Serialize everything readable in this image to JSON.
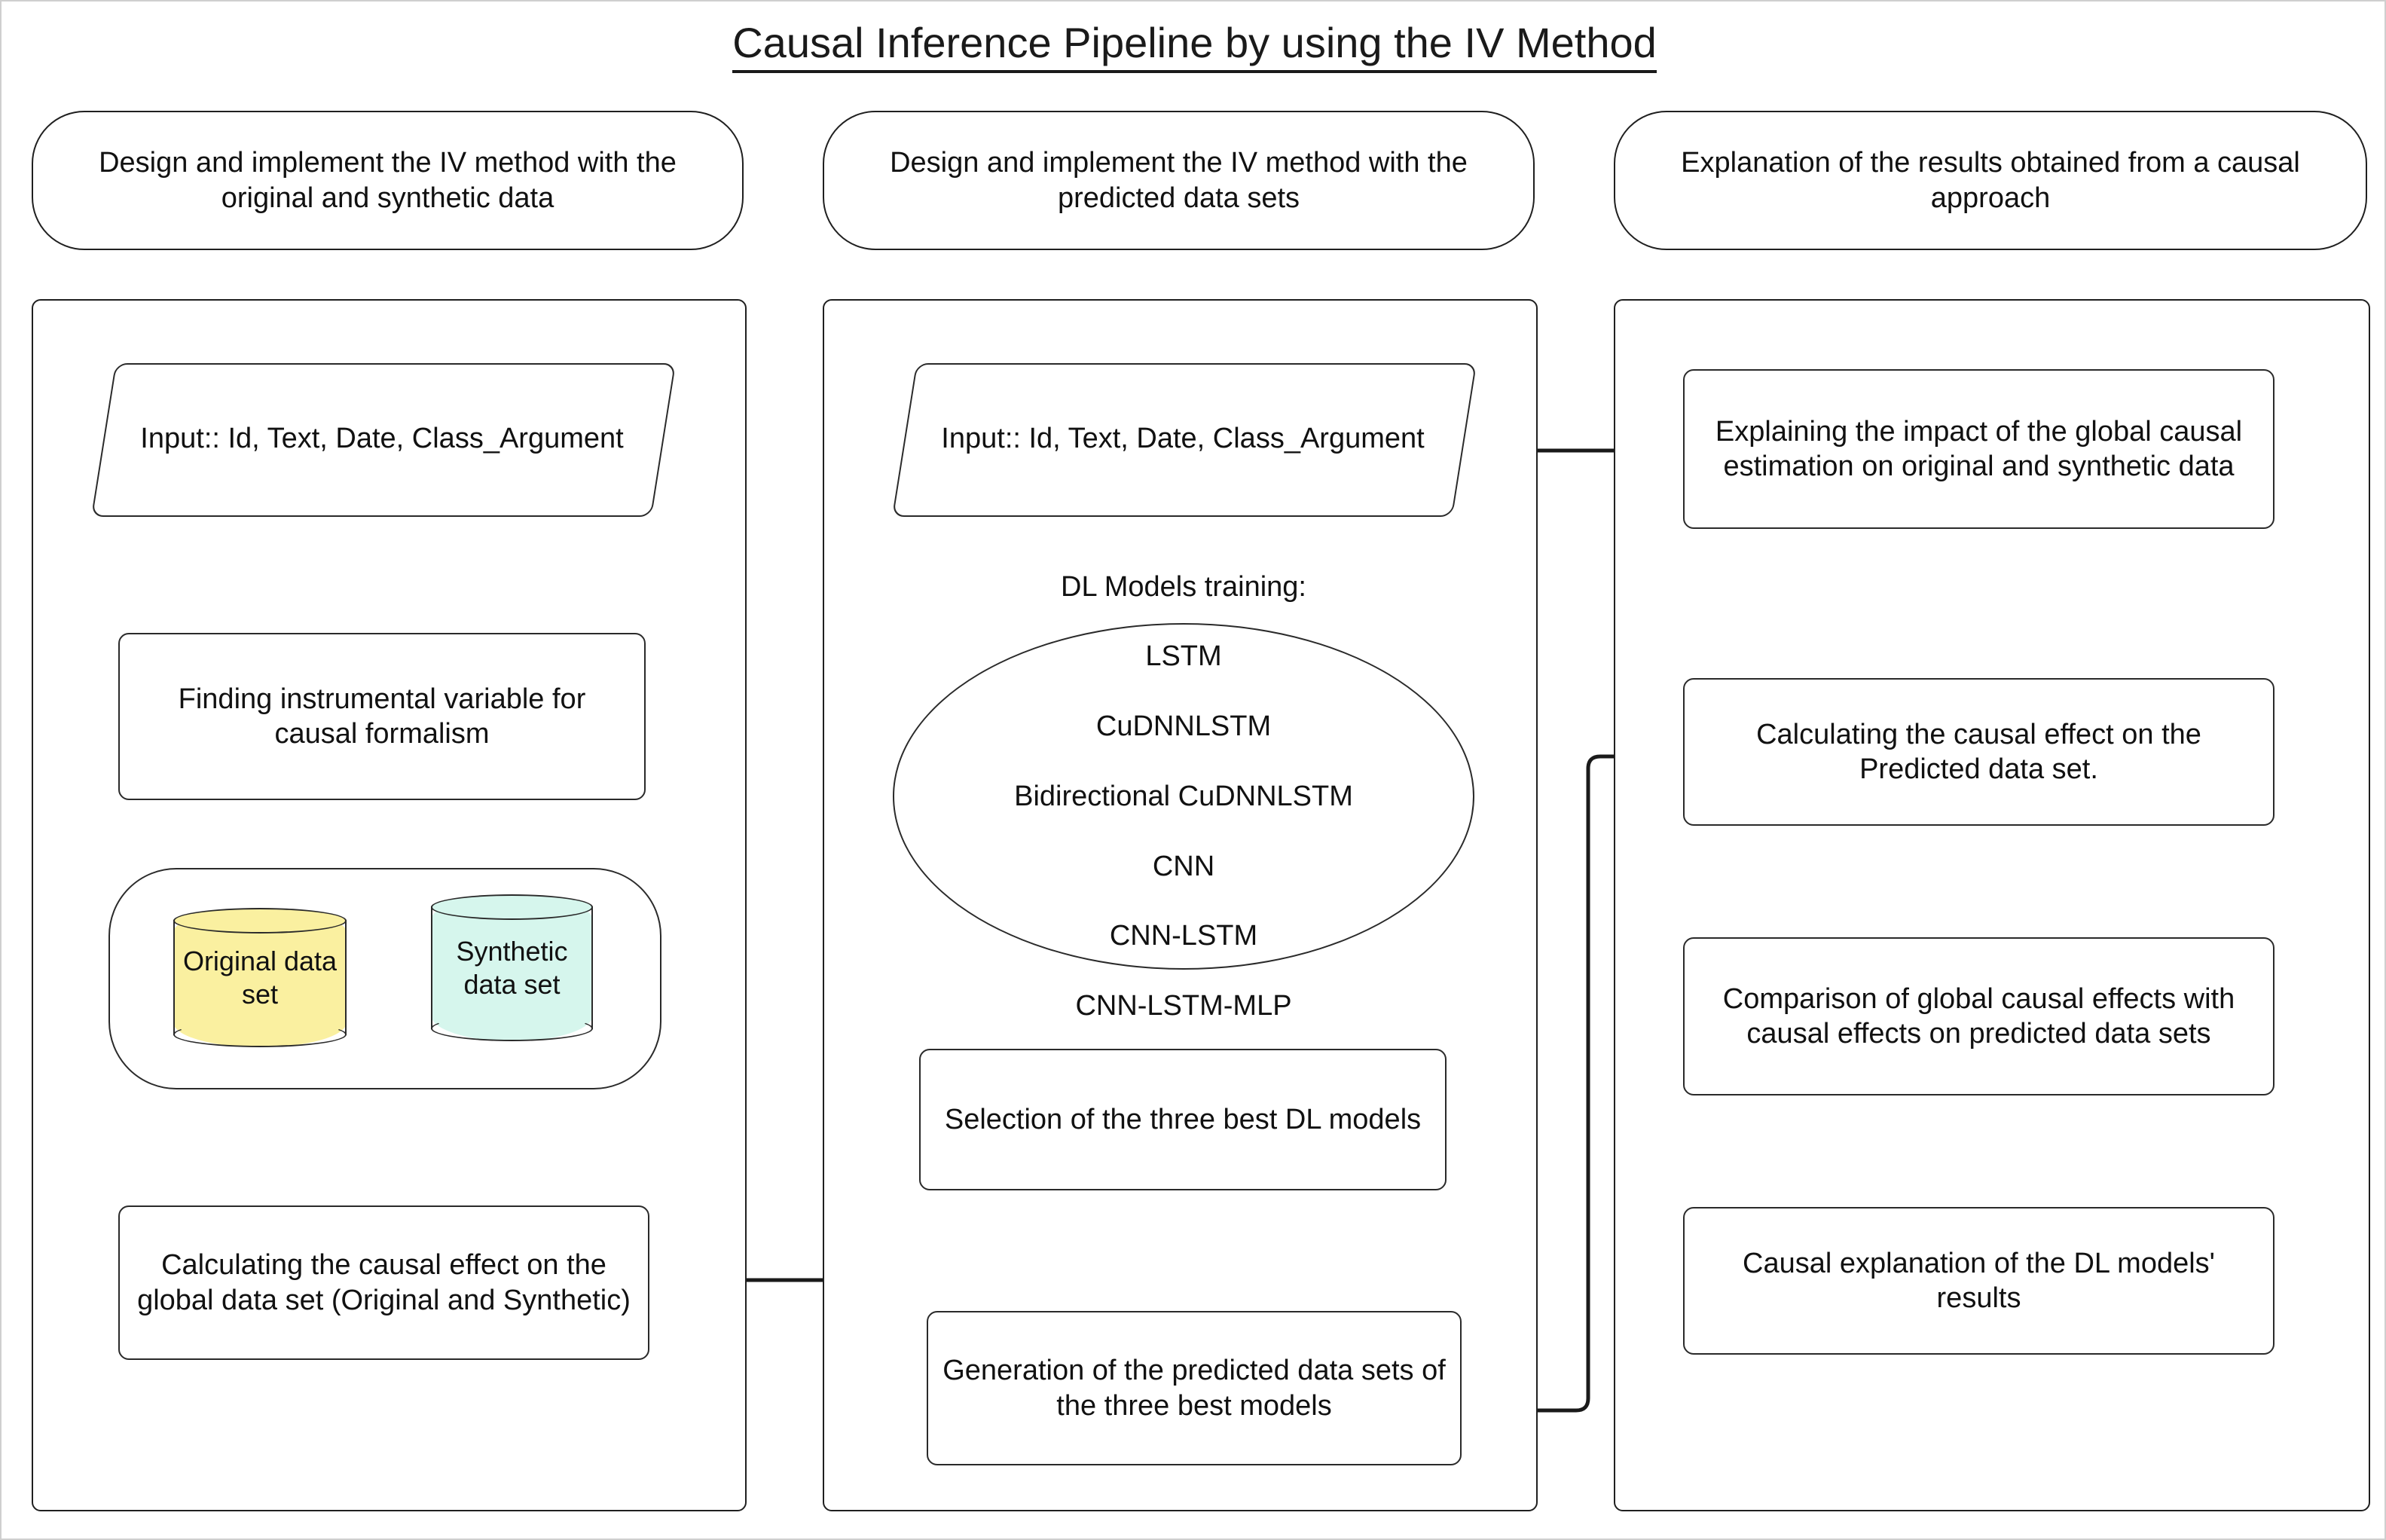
{
  "title": "Causal Inference Pipeline by using the IV Method",
  "colors": {
    "stroke": "#2a2a2a",
    "edge": "#1a1a1a",
    "background": "#ffffff",
    "original_dataset_fill": "#faf0a0",
    "synthetic_dataset_fill": "#d6f6ed",
    "outer_border": "#cfcfcf"
  },
  "lanes": [
    {
      "id": "lane-left",
      "header": "Design and implement the IV method with the original and synthetic data",
      "nodes": {
        "input": "Input:: Id, Text, Date, Class_Argument",
        "finding_iv": "Finding instrumental variable for causal formalism",
        "datastore": {
          "original": "Original data set",
          "synthetic": "Synthetic data set"
        },
        "calc_global": "Calculating the causal effect on the global data set (Original and Synthetic)"
      }
    },
    {
      "id": "lane-middle",
      "header": "Design and implement the IV method with the predicted data sets",
      "nodes": {
        "input": "Input:: Id, Text, Date, Class_Argument",
        "dl_training_title": "DL Models training:",
        "dl_models": [
          "LSTM",
          "CuDNNLSTM",
          "Bidirectional CuDNNLSTM",
          "CNN",
          "CNN-LSTM",
          "CNN-LSTM-MLP"
        ],
        "selection": "Selection of the three best DL models",
        "generation": "Generation of the predicted data sets of the three best models"
      }
    },
    {
      "id": "lane-right",
      "header": "Explanation of the results obtained from a causal approach",
      "nodes": {
        "explaining_impact": "Explaining the impact of the global causal estimation on original and synthetic data",
        "calc_predicted": "Calculating the causal effect on the Predicted data set.",
        "comparison": "Comparison of global causal effects with causal effects on predicted data sets",
        "causal_explanation": "Causal explanation of the DL models' results"
      }
    }
  ]
}
